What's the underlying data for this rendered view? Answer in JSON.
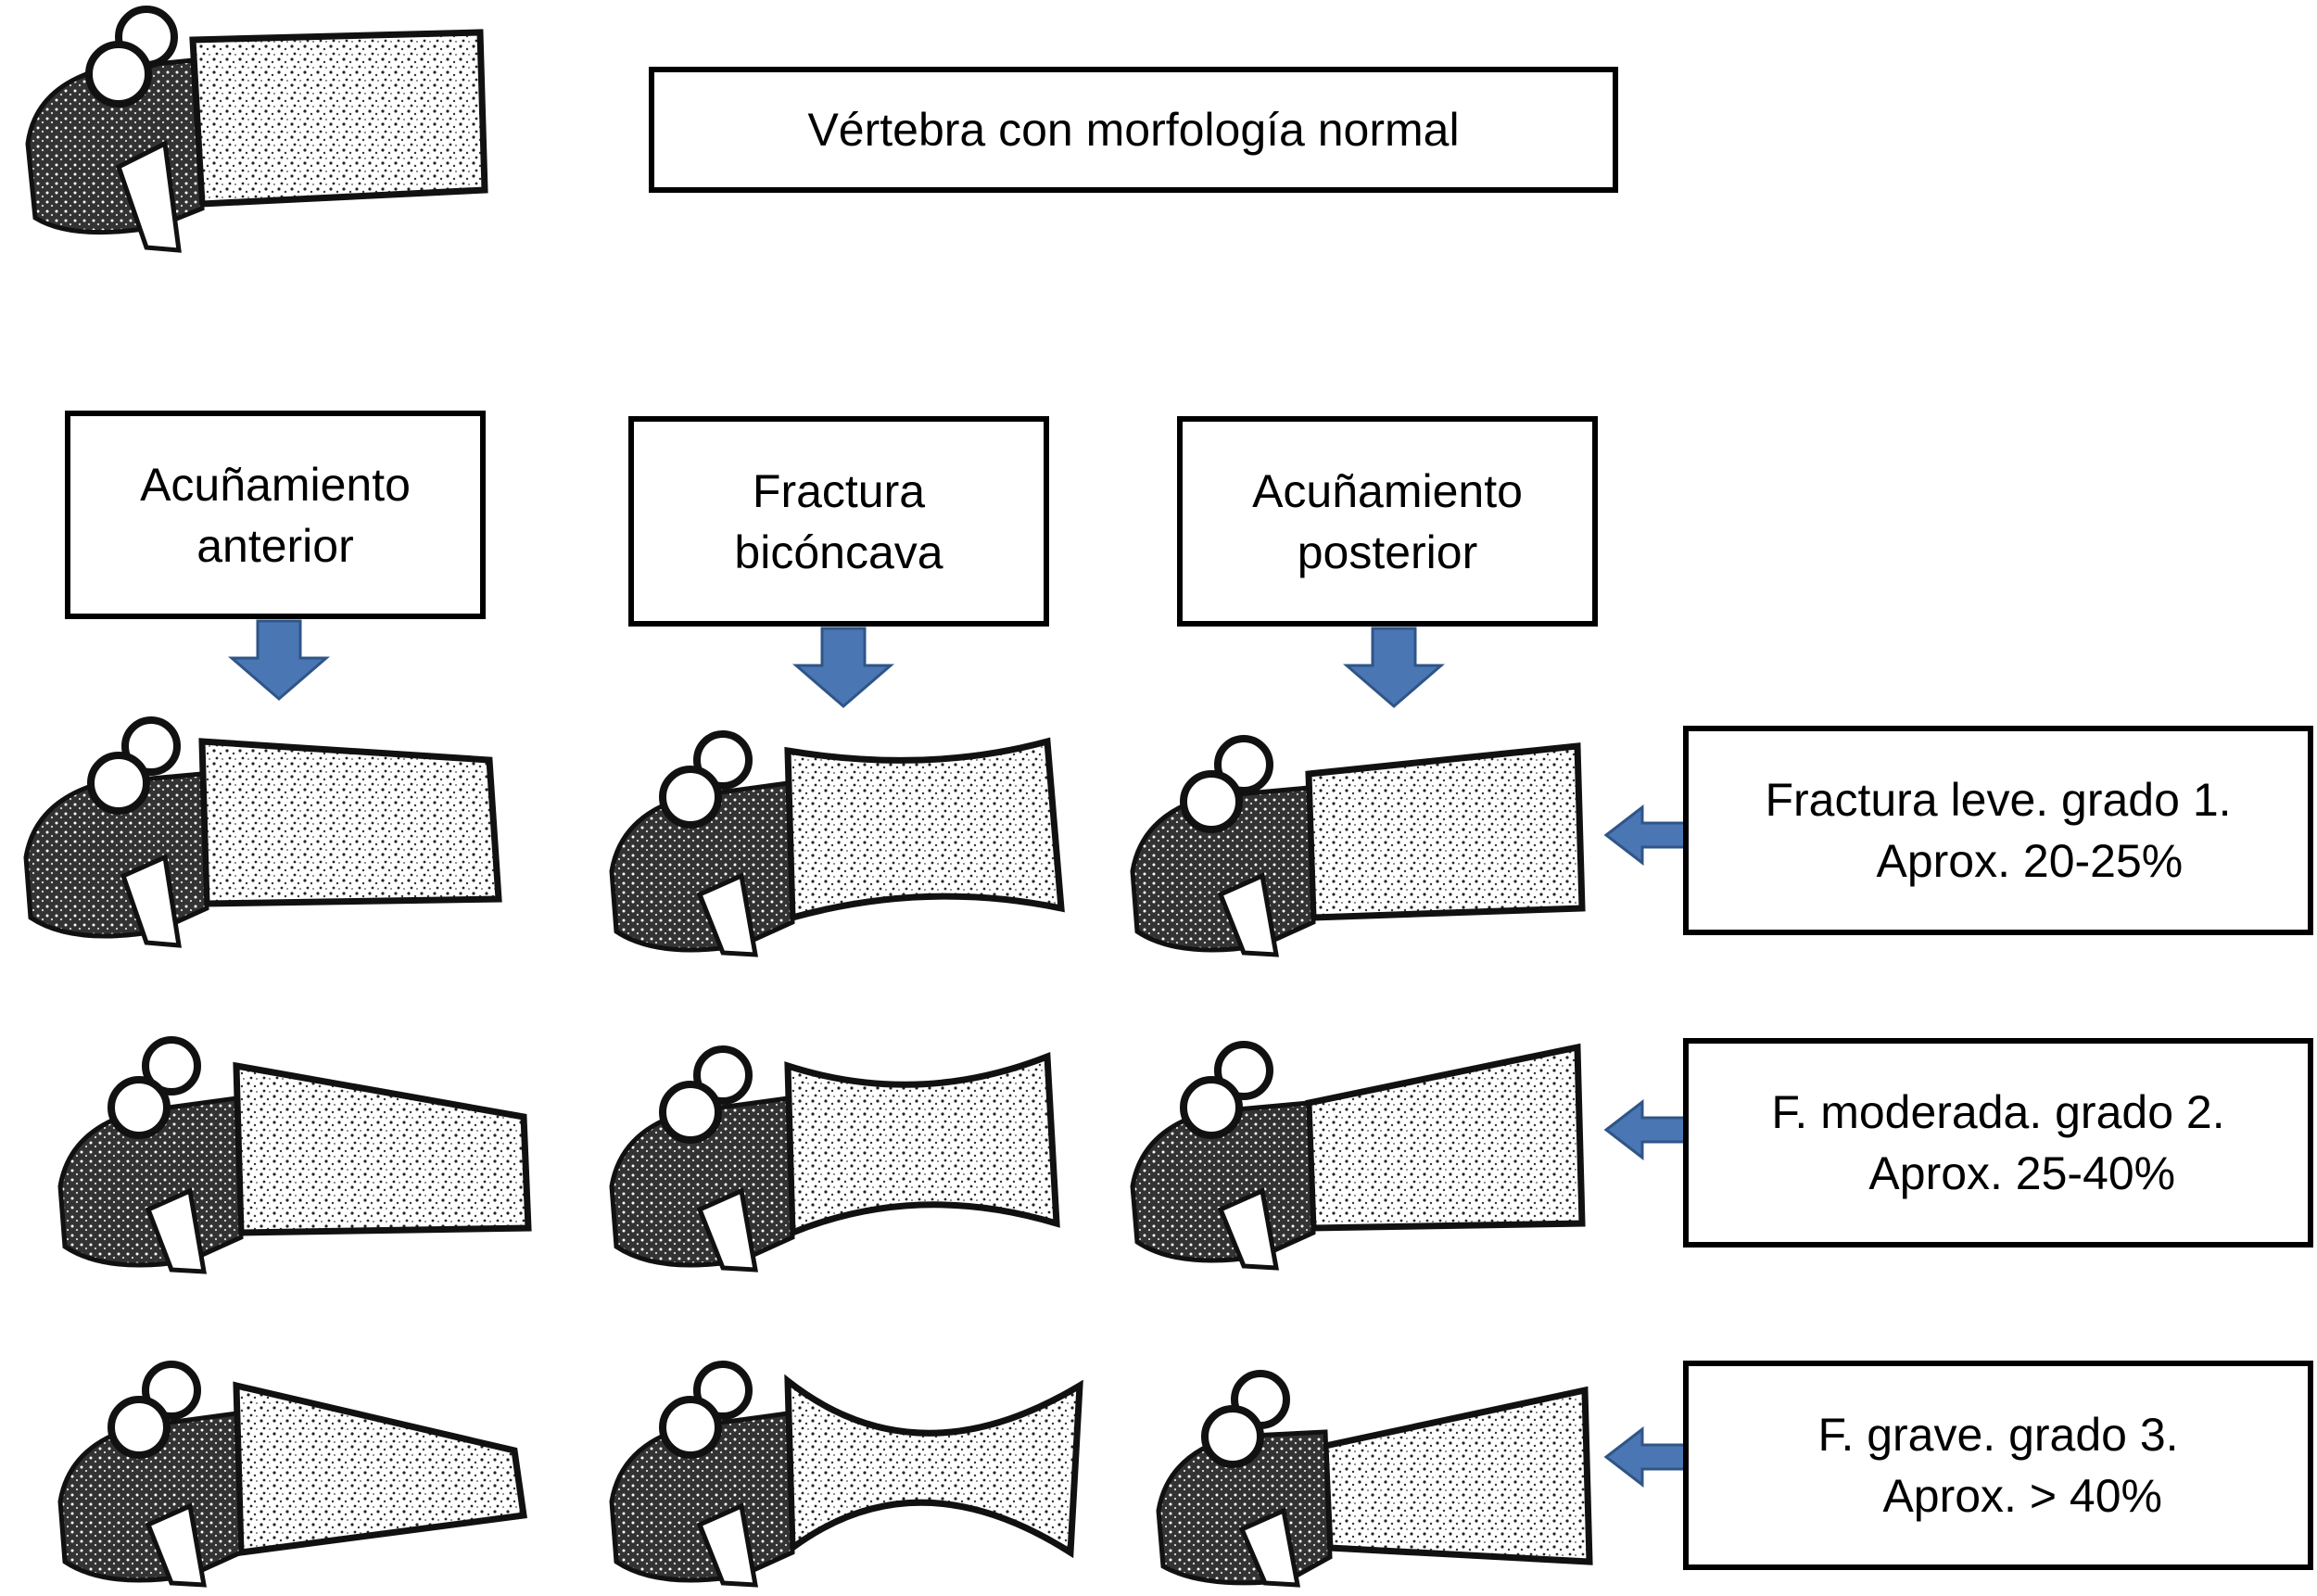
{
  "normal": {
    "label": "Vértebra con morfología normal"
  },
  "columns": [
    {
      "line1": "Acuñamiento",
      "line2": "anterior"
    },
    {
      "line1": "Fractura",
      "line2": "bicóncava"
    },
    {
      "line1": "Acuñamiento",
      "line2": "posterior"
    }
  ],
  "grades": [
    {
      "line1": "Fractura leve. grado 1.",
      "line2": "Aprox. 20-25%"
    },
    {
      "line1": "F. moderada. grado 2.",
      "line2": "Aprox. 25-40%"
    },
    {
      "line1": "F. grave. grado 3.",
      "line2": "Aprox. > 40%"
    }
  ],
  "colors": {
    "arrow_fill": "#4a76b4",
    "arrow_stroke": "#2f5587",
    "bone": "#1a1a1a"
  }
}
